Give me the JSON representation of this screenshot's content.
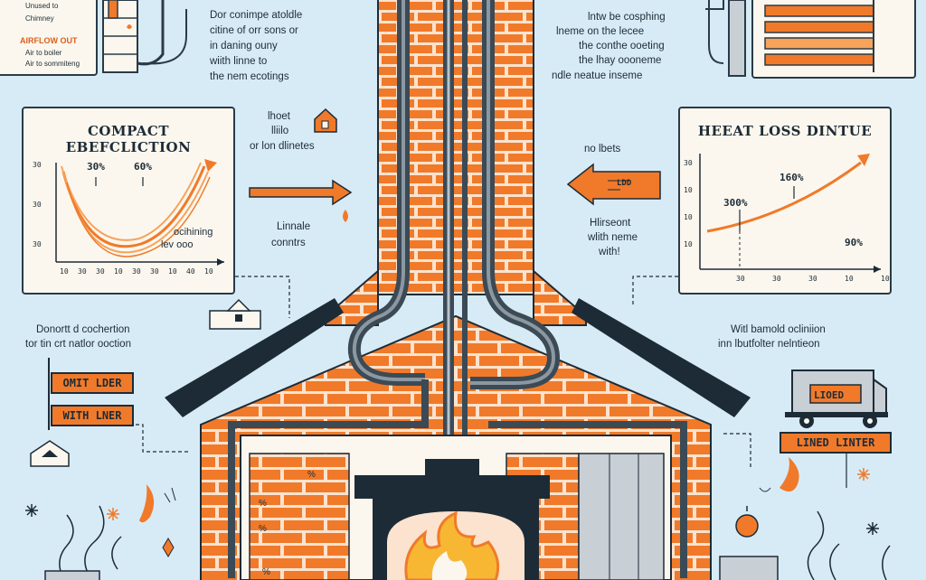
{
  "top_left_card": {
    "lines": [
      "Unused to",
      "Chimney",
      "AIRFLOW OUT",
      "Air to boiler",
      "Air to sommiteng"
    ]
  },
  "top_left_note": {
    "lines": [
      "Dor conimpe atoldle",
      "citine of orr sons or",
      "in daning ouny",
      "wiith linne to",
      "the nem ecotings"
    ]
  },
  "top_right_note": {
    "lines": [
      "lntw be cosphing",
      "lneme on the lecee",
      "the conthe ooeting",
      "the lhay oooneme",
      "ndle neatue inseme"
    ]
  },
  "left_panel": {
    "title": "COMPACT EBEFCLICTION",
    "annotations": [
      "30%",
      "60%"
    ],
    "caption": [
      "ocihining",
      "lev ooo"
    ],
    "y_ticks": [
      "30",
      "30",
      "30"
    ],
    "x_ticks": [
      "10",
      "30",
      "30",
      "10",
      "30",
      "30",
      "10",
      "40",
      "10"
    ],
    "colors": {
      "curve": "#f07a2a",
      "curve_light": "#f6a35c"
    }
  },
  "right_panel": {
    "title": "HEEAT LOSS DINTUE",
    "annotations": [
      "160%",
      "300%",
      "90%"
    ],
    "y_ticks": [
      "30",
      "10",
      "10",
      "10"
    ],
    "x_ticks": [
      "30",
      "30",
      "30",
      "10",
      "10"
    ],
    "colors": {
      "curve": "#f07a2a"
    }
  },
  "mid_left_note": {
    "lines": [
      "lhoet",
      "lliilo",
      "or lon dlinetes"
    ]
  },
  "mid_left_note2": {
    "lines": [
      "Linnale",
      "conntrs"
    ]
  },
  "mid_right_note": {
    "lines": [
      "no lbets"
    ]
  },
  "mid_right_note2": {
    "lines": [
      "Hlirseont",
      "wlith neme",
      "with!"
    ]
  },
  "left_lower_note": {
    "lines": [
      "Donortt d cochertion",
      "tor tin crt natlor ooction"
    ]
  },
  "right_lower_note": {
    "lines": [
      "Witl bamold ocliniion",
      "inn lbutfolter nelntieon"
    ]
  },
  "left_tags": [
    "OMIT LDER",
    "WITH LNER"
  ],
  "arrow_sign": "LDD",
  "truck": {
    "label": "LIOED",
    "tag": "LINED LINTER"
  },
  "percent_marks": [
    "%",
    "%",
    "%",
    "%"
  ],
  "colors": {
    "background": "#d7ebf6",
    "brick": "#f07a2a",
    "mortar": "#fbe3cf",
    "roof": "#1d2b36",
    "flue": "#3b4a55",
    "flame": "#f7b733"
  }
}
